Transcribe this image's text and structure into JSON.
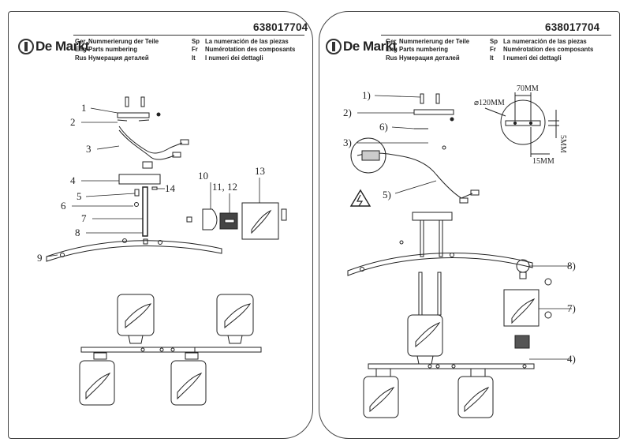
{
  "doc_number": "638017704",
  "brand": "De Markt",
  "header_labels": {
    "ger_code": "Ger",
    "ger": "Nummerierung der Teile",
    "eng_code": "Eng",
    "eng": "Parts numbering",
    "rus_code": "Rus",
    "rus": "Нумерация деталей",
    "sp_code": "Sp",
    "sp": "La numeración de las piezas",
    "fr_code": "Fr",
    "fr": "Numérotation des composants",
    "it_code": "It",
    "it": "I numeri dei dettagli"
  },
  "left_parts": {
    "p1": "1",
    "p2": "2",
    "p3": "3",
    "p4": "4",
    "p5": "5",
    "p6": "6",
    "p7": "7",
    "p8": "8",
    "p9": "9",
    "p10": "10",
    "p11_12": "11, 12",
    "p13": "13",
    "p14": "14"
  },
  "right_steps": {
    "s1": "1)",
    "s2": "2)",
    "s3": "3)",
    "s4": "4)",
    "s5": "5)",
    "s6": "6)",
    "s7": "7)",
    "s8": "8)"
  },
  "dimensions": {
    "d_plate": "⌀120MM",
    "d_holes": "70MM",
    "d_slot": "5MM",
    "d_offset": "15MM"
  }
}
